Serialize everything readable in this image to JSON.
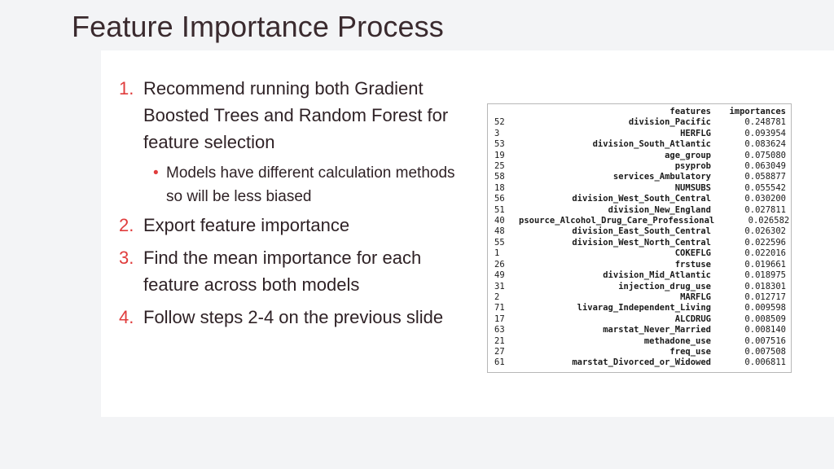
{
  "slide": {
    "title": "Feature Importance Process",
    "background_color": "#f3f4f6",
    "panel_color": "#ffffff",
    "title_color": "#3a2a2e",
    "accent_color": "#e03c3c"
  },
  "steps": [
    {
      "number": "1.",
      "text": "Recommend running both Gradient Boosted Trees and Random Forest for feature selection",
      "sub_bullets": [
        {
          "marker": "•",
          "text": "Models have different calculation methods so will be less biased"
        }
      ]
    },
    {
      "number": "2.",
      "text": "Export feature importance",
      "sub_bullets": []
    },
    {
      "number": "3.",
      "text": "Find the mean importance for each feature across both models",
      "sub_bullets": []
    },
    {
      "number": "4.",
      "text": "Follow steps 2-4 on the previous slide",
      "sub_bullets": []
    }
  ],
  "dataframe": {
    "index_header": "",
    "columns": [
      "features",
      "importances"
    ],
    "rows": [
      {
        "index": "52",
        "features": "division_Pacific",
        "importances": "0.248781"
      },
      {
        "index": "3",
        "features": "HERFLG",
        "importances": "0.093954"
      },
      {
        "index": "53",
        "features": "division_South_Atlantic",
        "importances": "0.083624"
      },
      {
        "index": "19",
        "features": "age_group",
        "importances": "0.075080"
      },
      {
        "index": "25",
        "features": "psyprob",
        "importances": "0.063049"
      },
      {
        "index": "58",
        "features": "services_Ambulatory",
        "importances": "0.058877"
      },
      {
        "index": "18",
        "features": "NUMSUBS",
        "importances": "0.055542"
      },
      {
        "index": "56",
        "features": "division_West_South_Central",
        "importances": "0.030200"
      },
      {
        "index": "51",
        "features": "division_New_England",
        "importances": "0.027811"
      },
      {
        "index": "40",
        "features": "psource_Alcohol_Drug_Care_Professional",
        "importances": "0.026582"
      },
      {
        "index": "48",
        "features": "division_East_South_Central",
        "importances": "0.026302"
      },
      {
        "index": "55",
        "features": "division_West_North_Central",
        "importances": "0.022596"
      },
      {
        "index": "1",
        "features": "COKEFLG",
        "importances": "0.022016"
      },
      {
        "index": "26",
        "features": "frstuse",
        "importances": "0.019661"
      },
      {
        "index": "49",
        "features": "division_Mid_Atlantic",
        "importances": "0.018975"
      },
      {
        "index": "31",
        "features": "injection_drug_use",
        "importances": "0.018301"
      },
      {
        "index": "2",
        "features": "MARFLG",
        "importances": "0.012717"
      },
      {
        "index": "71",
        "features": "livarag_Independent_Living",
        "importances": "0.009598"
      },
      {
        "index": "17",
        "features": "ALCDRUG",
        "importances": "0.008509"
      },
      {
        "index": "63",
        "features": "marstat_Never_Married",
        "importances": "0.008140"
      },
      {
        "index": "21",
        "features": "methadone_use",
        "importances": "0.007516"
      },
      {
        "index": "27",
        "features": "freq_use",
        "importances": "0.007508"
      },
      {
        "index": "61",
        "features": "marstat_Divorced_or_Widowed",
        "importances": "0.006811"
      }
    ]
  }
}
